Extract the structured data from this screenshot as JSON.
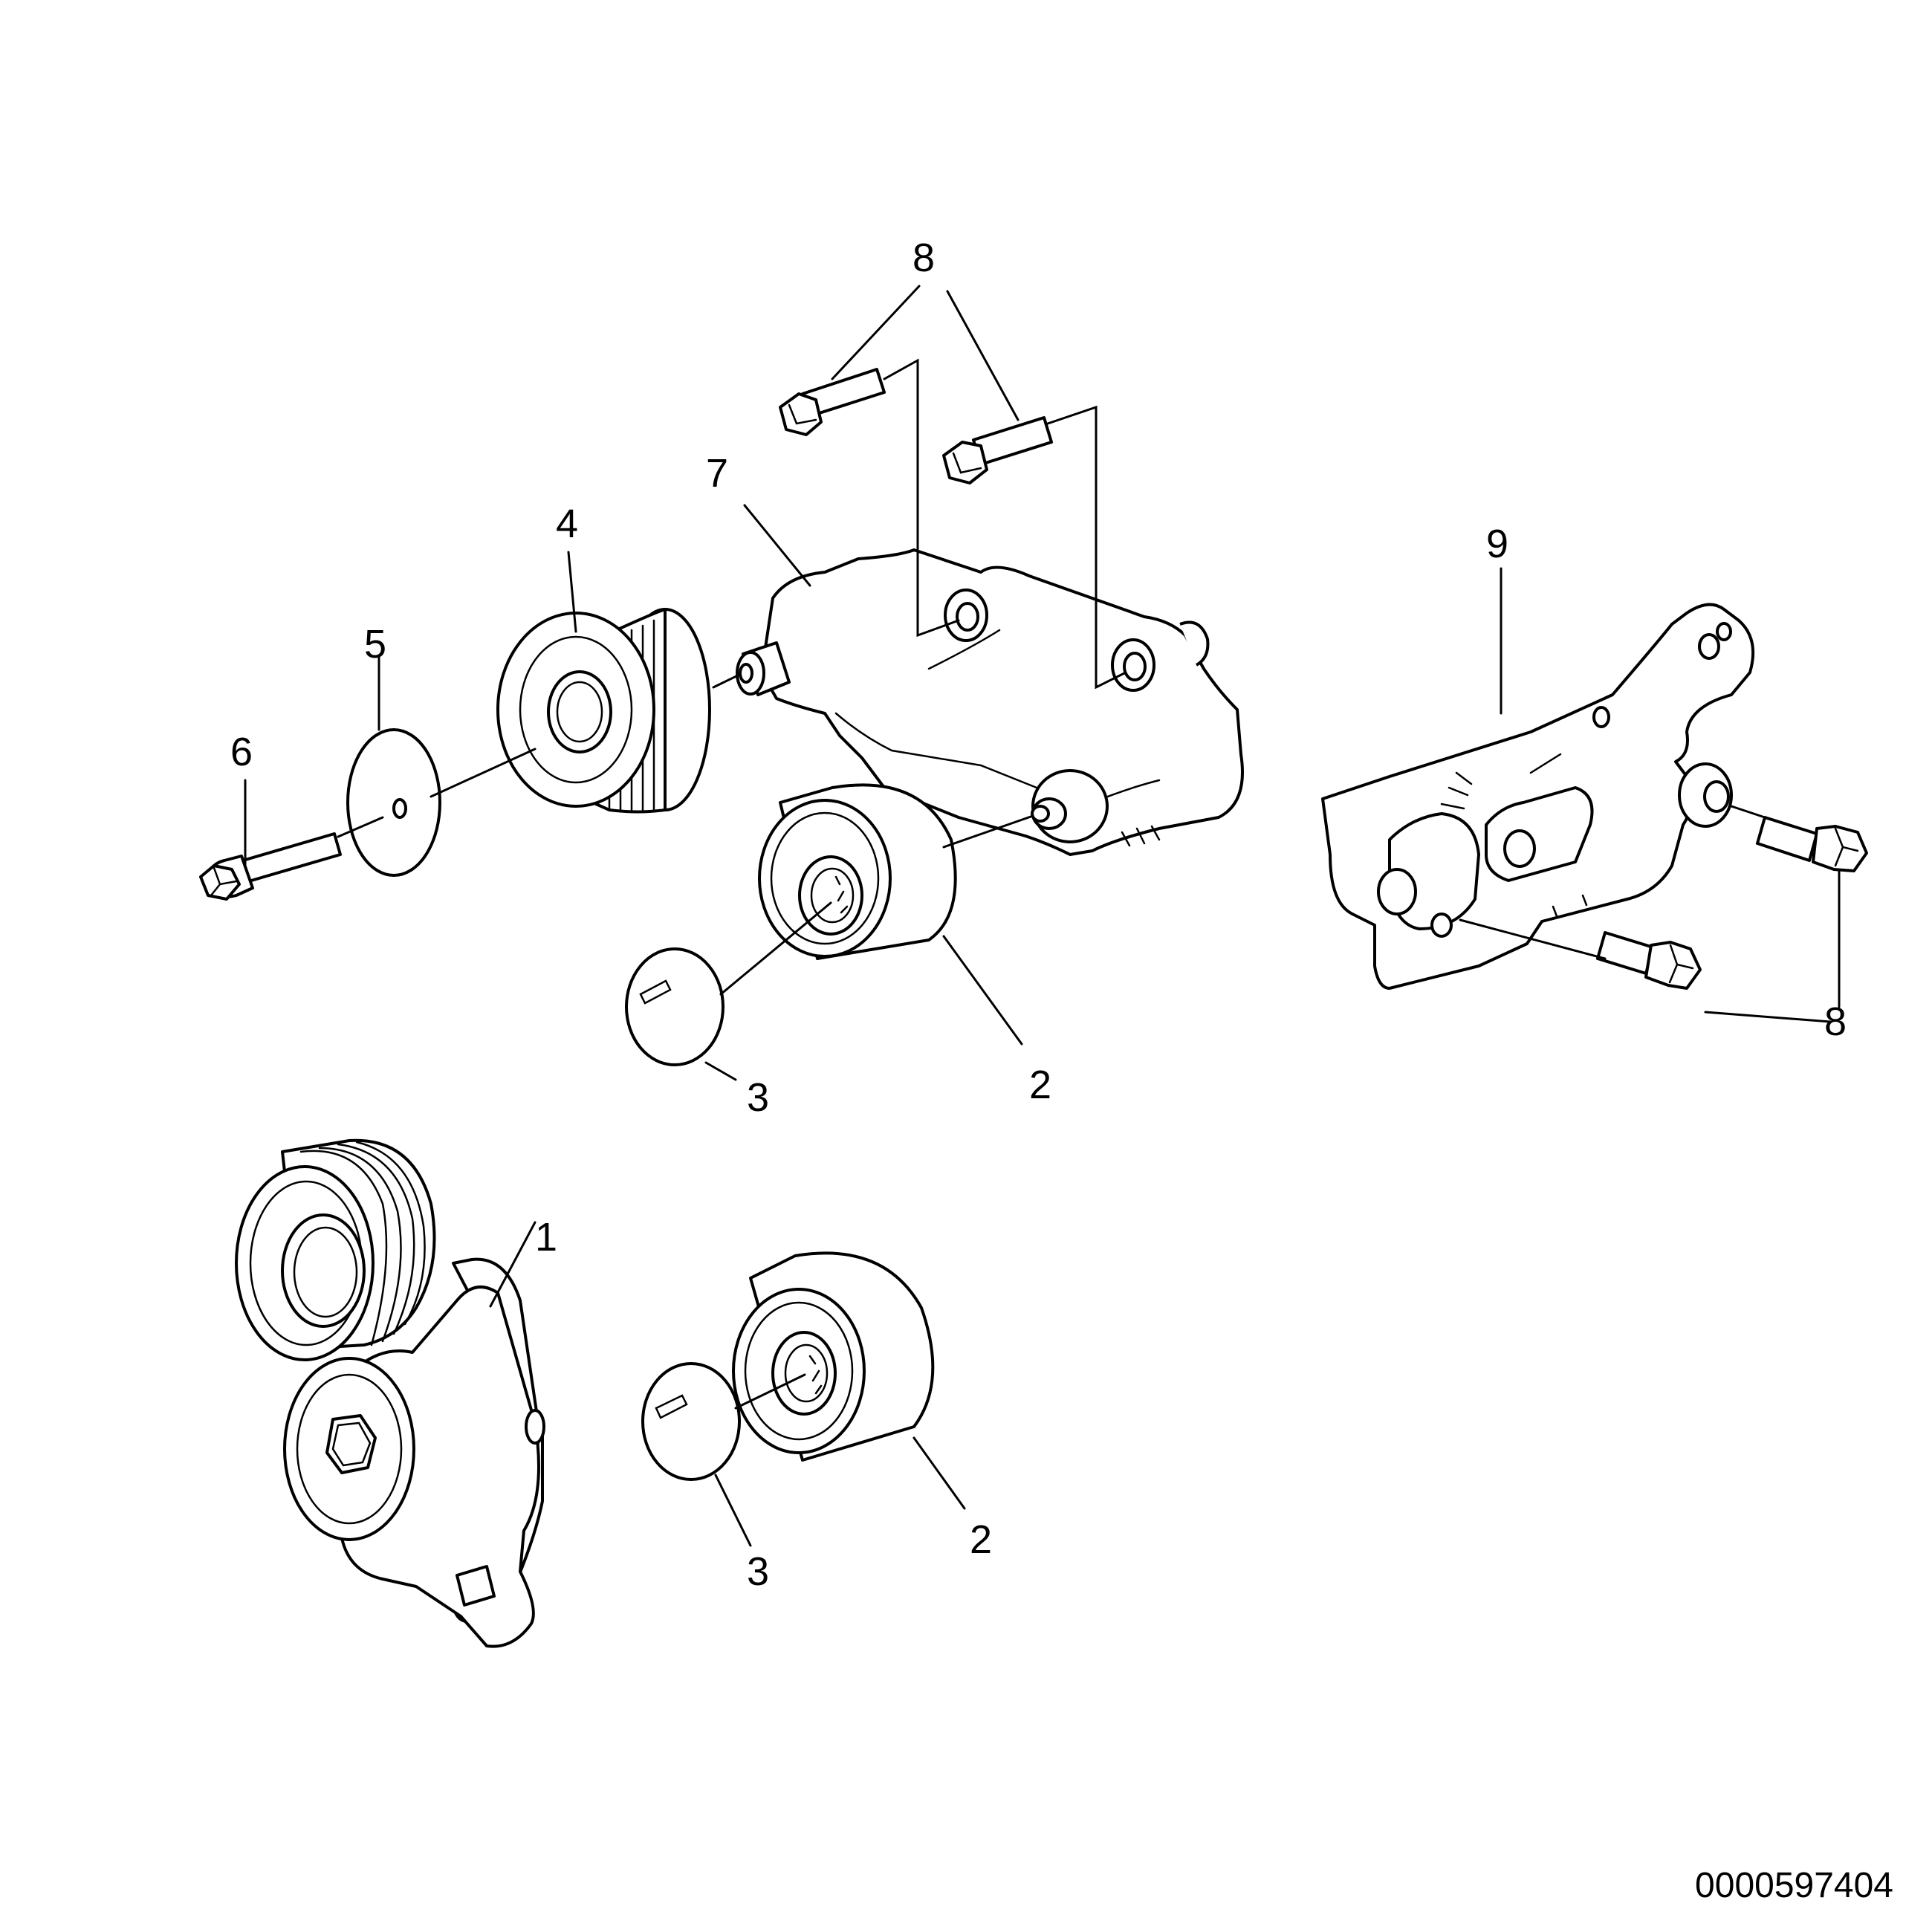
{
  "callouts": {
    "c1": "1",
    "c2a": "2",
    "c2b": "2",
    "c3a": "3",
    "c3b": "3",
    "c4": "4",
    "c5": "5",
    "c6": "6",
    "c7": "7",
    "c8a": "8",
    "c8b": "8",
    "c9": "9"
  },
  "document_number": "0000597404",
  "colors": {
    "line": "#000000",
    "background": "#ffffff"
  }
}
